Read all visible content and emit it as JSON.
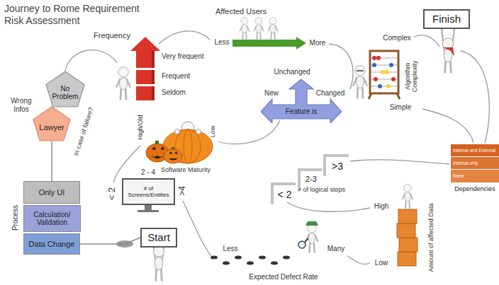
{
  "diagram": {
    "title": "Journey to Rome Requirement Risk Assessment",
    "nodes": [
      {
        "text": [
          "No Problem"
        ]
      },
      {
        "text": [
          "Lawyer"
        ]
      },
      {
        "text": [
          "Feature is"
        ]
      },
      {
        "text": [
          "Finish"
        ]
      },
      {
        "text": [
          "Dependencies"
        ]
      },
      {
        "text": [
          "Internal and External"
        ],
        "in": 4
      },
      {
        "text": [
          "Internal only"
        ],
        "in": 4
      },
      {
        "text": [
          "None"
        ],
        "in": 4
      },
      {
        "text": [
          "# of Screens/Entities"
        ]
      },
      {
        "text": [
          "< 2"
        ]
      },
      {
        "text": [
          "2-3"
        ]
      },
      {
        "text": [
          ">3"
        ]
      },
      {
        "text": [
          "Start"
        ]
      },
      {
        "text": [
          "Only UI"
        ]
      },
      {
        "text": [
          "Calculation/ Validation"
        ]
      },
      {
        "text": [
          "Data Change"
        ]
      }
    ],
    "edges": [
      {
        "from": 1,
        "to": 13,
        "arrow": "none"
      },
      {
        "from": 15,
        "to": 12,
        "arrow": "none"
      }
    ],
    "labels": [
      "Frequency",
      "Very frequent",
      "Frequent",
      "Seldom",
      "Affected Users",
      "Less",
      "More",
      "Unchanged",
      "New",
      "Changed",
      "Complex",
      "Algorithm Complexity",
      "Simple",
      "High/Old",
      "Low",
      "Software Maturity",
      "2 - 4",
      "< 2",
      ">4",
      "# of logical steps",
      "High",
      "Low",
      "Amount of affected Data",
      "Less",
      "Many",
      "Expected Defect Rate",
      "Wrong Infos",
      "In case of failure?",
      "Process"
    ]
  }
}
